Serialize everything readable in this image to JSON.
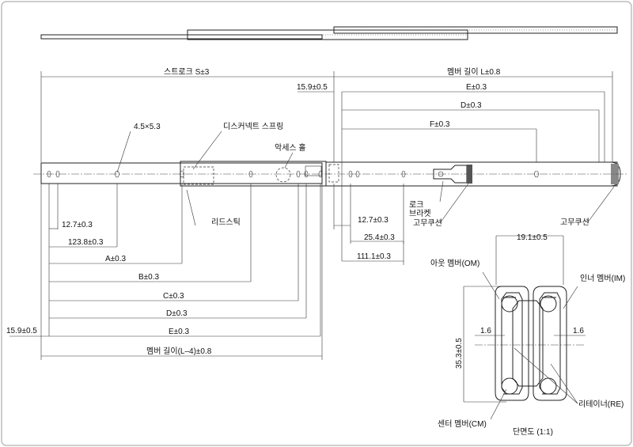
{
  "labels": {
    "stroke": "스트로크 S±3",
    "member_length_l": "멤버 길이 L±0.8",
    "dim_15_9_top": "15.9±0.5",
    "e_top": "E±0.3",
    "d_top": "D±0.3",
    "f_top": "F±0.3",
    "slot": "4.5×5.3",
    "disconnect_spring": "디스커넥트 스프링",
    "access_hole": "악세스 홀",
    "lock_bracket_line1": "로크",
    "lock_bracket_line2": "브라켓",
    "rubber_cushion_mid": "고무쿠션",
    "rubber_cushion_right": "고무쿠션",
    "lead_stick": "리드스틱",
    "dim_12_7_left": "12.7±0.3",
    "dim_123_8": "123.8±0.3",
    "a_dim": "A±0.3",
    "b_dim": "B±0.3",
    "c_dim": "C±0.3",
    "d_dim": "D±0.3",
    "e_dim": "E±0.3",
    "dim_15_9_left": "15.9±0.5",
    "member_length_l4": "멤버 길이(L–4)±0.8",
    "dim_12_7_right": "12.7±0.3",
    "dim_25_4": "25.4±0.3",
    "dim_111_1": "111.1±0.3",
    "dim_19_1": "19.1±0.5",
    "outer_member": "아웃 멤버(OM)",
    "inner_member": "인너 멤버(IM)",
    "dim_1_6_left": "1.6",
    "dim_1_6_right": "1.6",
    "dim_35_3": "35.3±0.5",
    "retainer": "리테이너(RE)",
    "center_member": "센터 멤버(CM)",
    "section_view": "단면도 (1:1)"
  }
}
